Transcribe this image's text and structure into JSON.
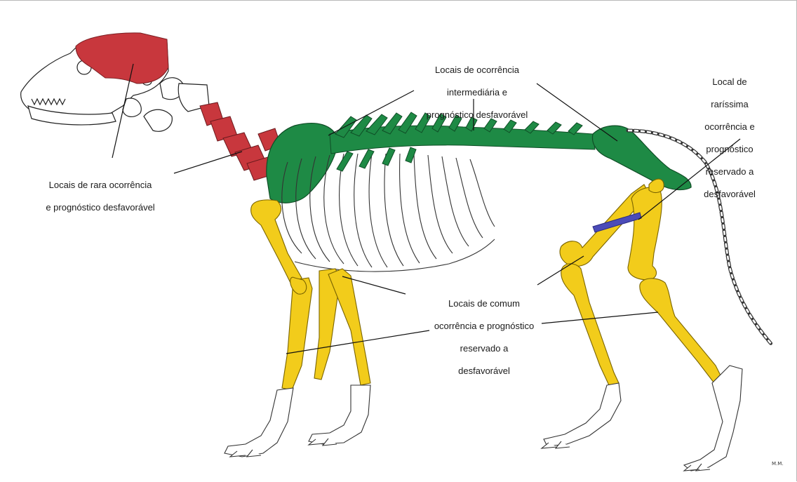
{
  "labels": {
    "rare": {
      "lines": [
        "Locais de rara  ocorrência",
        "e prognóstico desfavorável"
      ],
      "color": "#c8373d"
    },
    "intermediate": {
      "lines": [
        "Locais de ocorrência",
        "intermediária e",
        "prognóstico desfavorável"
      ],
      "color": "#1e8a45"
    },
    "very_rare": {
      "lines": [
        "Local de",
        "raríssima",
        "ocorrência e",
        "prognóstico",
        "reservado a",
        "desfavorável"
      ],
      "color": "#4b4bb8"
    },
    "common": {
      "lines": [
        "Locais de comum",
        "ocorrência e prognóstico",
        "reservado a",
        "desfavorável"
      ],
      "color": "#f2cc1b"
    }
  },
  "artist_mark": "M.M."
}
